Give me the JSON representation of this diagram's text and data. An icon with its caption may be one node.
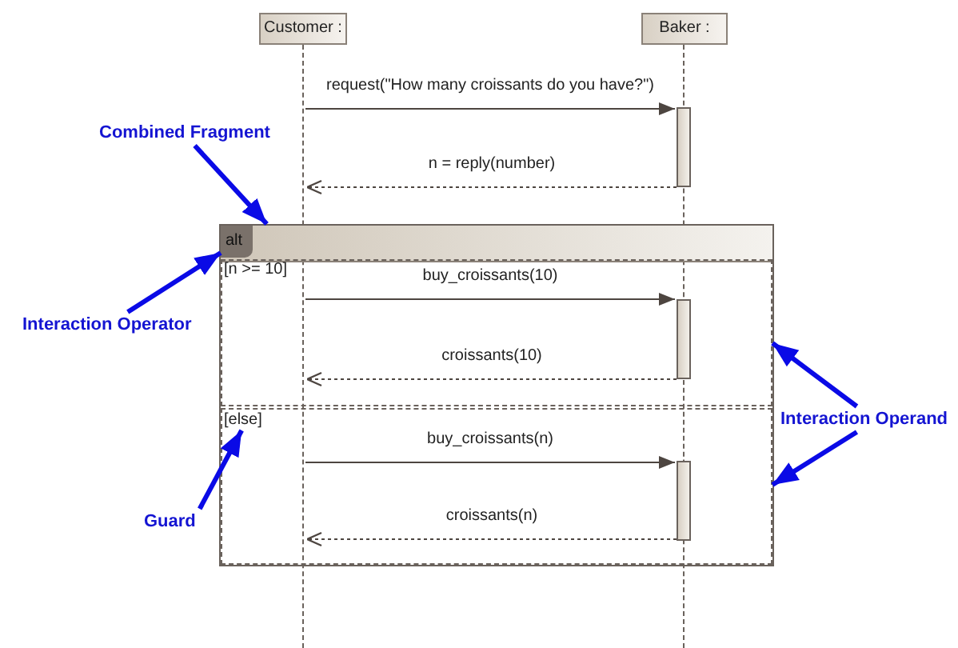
{
  "diagram": {
    "nodes": [
      {
        "text": [
          "Customer :"
        ]
      },
      {
        "text": [
          "Baker :"
        ]
      },
      {
        "text": [],
        "shape": "line"
      },
      {
        "text": [],
        "shape": "line"
      },
      {
        "text": [],
        "shape": "bar"
      },
      {
        "text": [],
        "shape": "box"
      },
      {
        "text": [
          "alt"
        ],
        "in": 5
      },
      {
        "text": [],
        "shape": "box",
        "in": 5
      },
      {
        "text": [
          "[n >= 10]"
        ],
        "in": 7
      },
      {
        "text": [],
        "shape": "bar",
        "in": 7
      },
      {
        "text": [],
        "shape": "box",
        "in": 5
      },
      {
        "text": [
          "[else]"
        ],
        "in": 10
      },
      {
        "text": [],
        "shape": "bar",
        "in": 10
      },
      {
        "text": [
          "Combined Fragment"
        ]
      },
      {
        "text": [
          "Interaction Operator"
        ]
      },
      {
        "text": [
          "Interaction Operand"
        ]
      },
      {
        "text": [
          "Guard"
        ]
      }
    ],
    "edges": [
      {
        "from": 2,
        "to": 4,
        "arrow": "to",
        "label": "request(\"How many croissants do you have?\")"
      },
      {
        "from": 4,
        "to": 2,
        "arrow": "to",
        "label": "n = reply(number)",
        "style": "dashed"
      },
      {
        "from": 2,
        "to": 9,
        "arrow": "to",
        "label": "buy_croissants(10)"
      },
      {
        "from": 9,
        "to": 2,
        "arrow": "to",
        "label": "croissants(10)",
        "style": "dashed"
      },
      {
        "from": 2,
        "to": 12,
        "arrow": "to",
        "label": "buy_croissants(n)"
      },
      {
        "from": 12,
        "to": 2,
        "arrow": "to",
        "label": "croissants(n)",
        "style": "dashed"
      },
      {
        "from": 13,
        "to": 5,
        "arrow": "to",
        "style": "thick",
        "color": "#0a0ae6"
      },
      {
        "from": 14,
        "to": 6,
        "arrow": "to",
        "style": "thick",
        "color": "#0a0ae6"
      },
      {
        "from": 15,
        "to": 7,
        "arrow": "to",
        "style": "thick",
        "color": "#0a0ae6"
      },
      {
        "from": 15,
        "to": 10,
        "arrow": "to",
        "style": "thick",
        "color": "#0a0ae6"
      },
      {
        "from": 16,
        "to": 11,
        "arrow": "to",
        "style": "thick",
        "color": "#0a0ae6"
      }
    ]
  }
}
